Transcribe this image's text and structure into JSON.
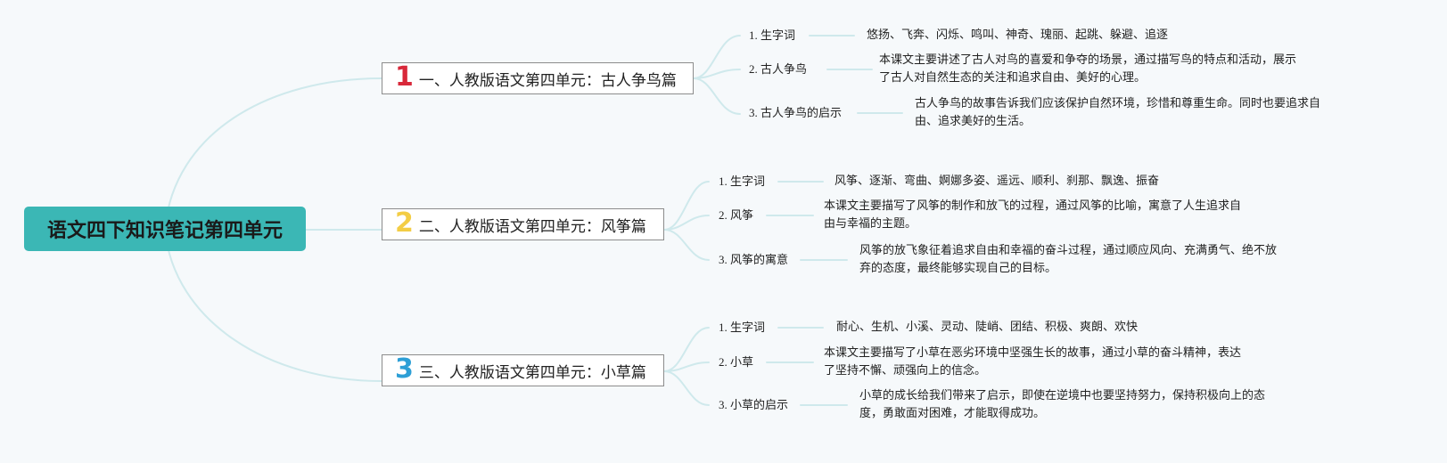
{
  "root": {
    "title": "语文四下知识笔记第四单元"
  },
  "colors": {
    "root_fill": "#3bb7b5",
    "num1": "#d8283a",
    "num2": "#f3cd45",
    "num3": "#2d9fd6",
    "link": "#cfe9ec"
  },
  "branches": [
    {
      "num": "1",
      "title": "一、人教版语文第四单元：古人争鸟篇",
      "items": [
        {
          "label": "1. 生字词",
          "text": "悠扬、飞奔、闪烁、鸣叫、神奇、瑰丽、起跳、躲避、追逐"
        },
        {
          "label": "2. 古人争鸟",
          "text": "本课文主要讲述了古人对鸟的喜爱和争夺的场景，通过描写鸟的特点和活动，展示了古人对自然生态的关注和追求自由、美好的心理。"
        },
        {
          "label": "3. 古人争鸟的启示",
          "text": "古人争鸟的故事告诉我们应该保护自然环境，珍惜和尊重生命。同时也要追求自由、追求美好的生活。"
        }
      ]
    },
    {
      "num": "2",
      "title": "二、人教版语文第四单元：风筝篇",
      "items": [
        {
          "label": "1. 生字词",
          "text": "风筝、逐渐、弯曲、婀娜多姿、遥远、顺利、刹那、飘逸、振奋"
        },
        {
          "label": "2. 风筝",
          "text": "本课文主要描写了风筝的制作和放飞的过程，通过风筝的比喻，寓意了人生追求自由与幸福的主题。"
        },
        {
          "label": "3. 风筝的寓意",
          "text": "风筝的放飞象征着追求自由和幸福的奋斗过程，通过顺应风向、充满勇气、绝不放弃的态度，最终能够实现自己的目标。"
        }
      ]
    },
    {
      "num": "3",
      "title": "三、人教版语文第四单元：小草篇",
      "items": [
        {
          "label": "1. 生字词",
          "text": "耐心、生机、小溪、灵动、陡峭、团结、积极、爽朗、欢快"
        },
        {
          "label": "2. 小草",
          "text": "本课文主要描写了小草在恶劣环境中坚强生长的故事，通过小草的奋斗精神，表达了坚持不懈、顽强向上的信念。"
        },
        {
          "label": "3. 小草的启示",
          "text": "小草的成长给我们带来了启示，即使在逆境中也要坚持努力，保持积极向上的态度，勇敢面对困难，才能取得成功。"
        }
      ]
    }
  ]
}
